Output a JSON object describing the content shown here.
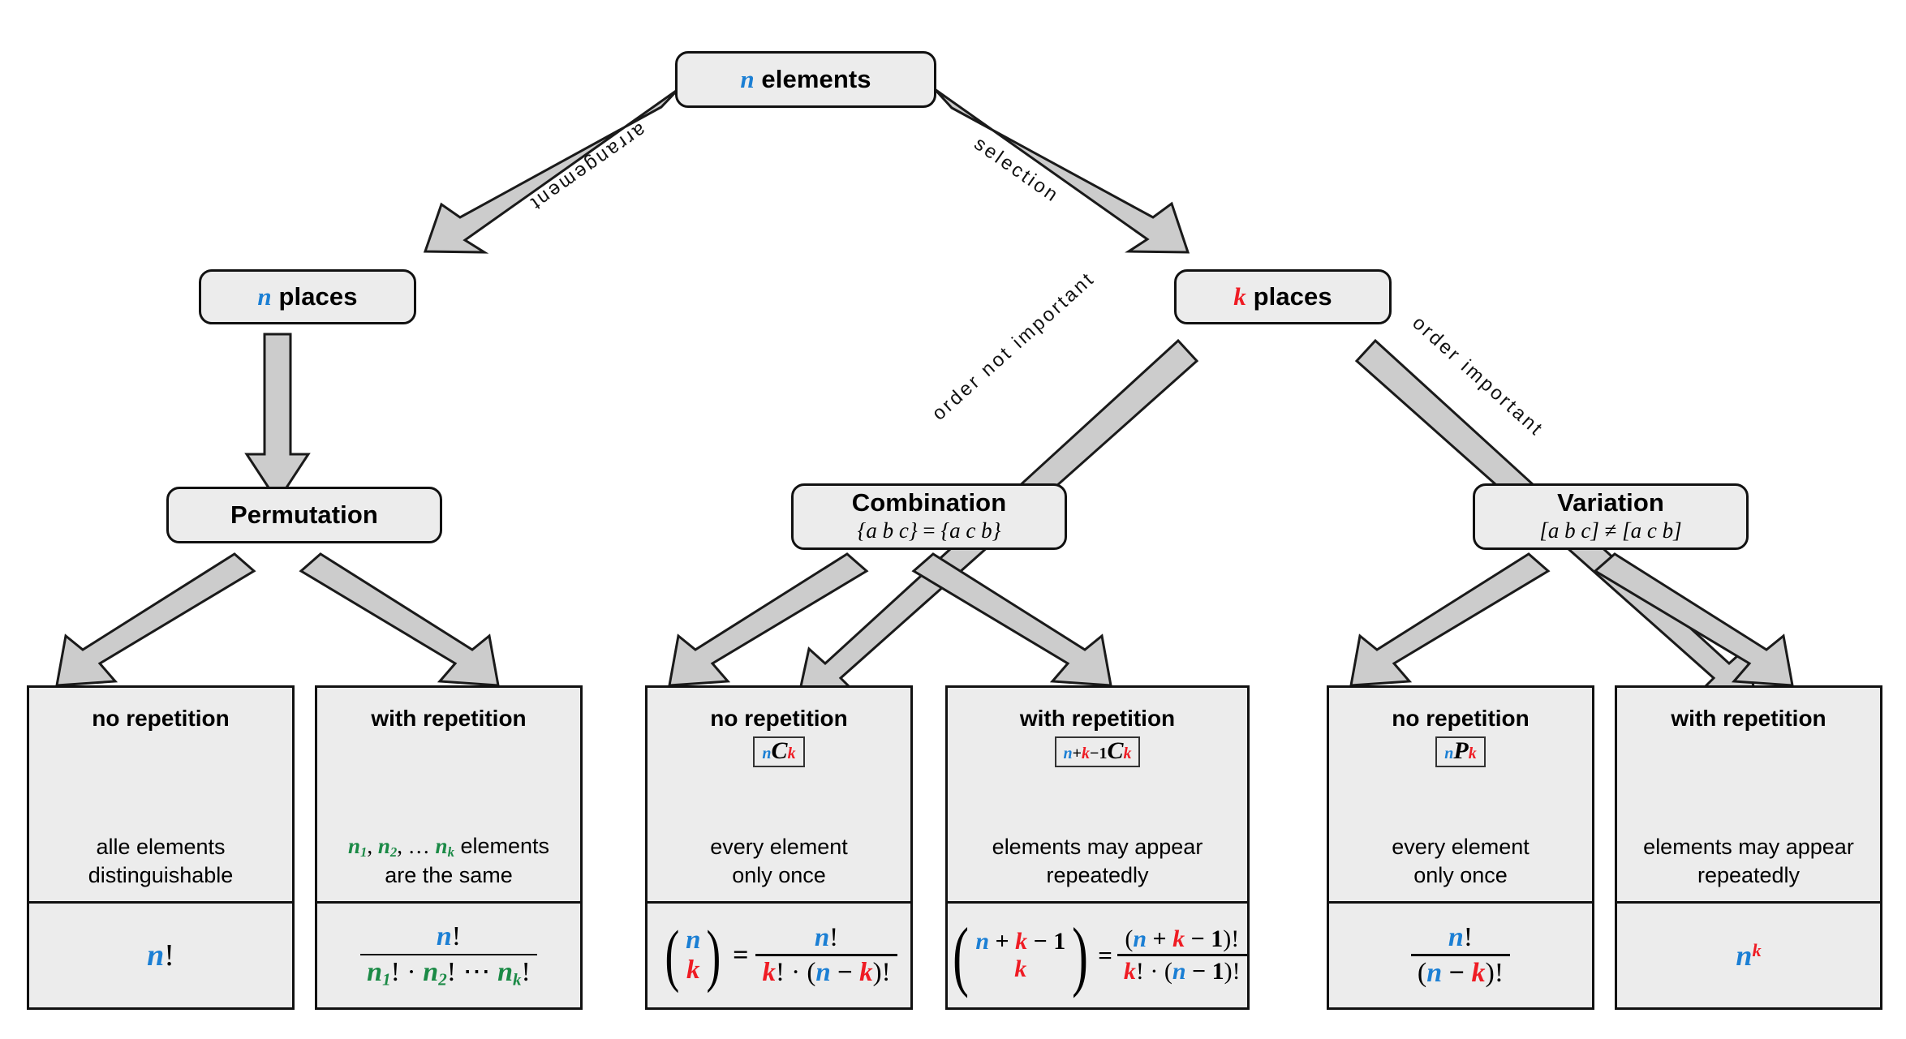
{
  "diagram": {
    "title": "Combinatorics overview",
    "colors": {
      "n_blue": "#1b7fd4",
      "k_red": "#ef1c24",
      "group_green": "#1b8a46",
      "node_fill": "#ececec",
      "node_stroke": "#111111",
      "arrow_fill": "#cccccc"
    }
  },
  "root": {
    "var": "n",
    "label": "elements"
  },
  "edges": {
    "arrangement": "arrangement",
    "selection": "selection",
    "order_not_important": "order not important",
    "order_important": "order important"
  },
  "level2": {
    "left": {
      "var": "n",
      "label": "places"
    },
    "right": {
      "var": "k",
      "label": "places"
    }
  },
  "level3": {
    "permutation": {
      "title": "Permutation",
      "subtitle": ""
    },
    "combination": {
      "title": "Combination",
      "subtitle": "{a b c} = {a c b}",
      "left": "{a b c}",
      "op": "=",
      "right": "{a c b}"
    },
    "variation": {
      "title": "Variation",
      "subtitle": "[a b c] ≠ [a c b]",
      "left": "[a b c]",
      "op": "≠",
      "right": "[a c b]"
    }
  },
  "leaves": [
    {
      "group": "permutation",
      "header": "no repetition",
      "notation": "",
      "description": "alle elements\ndistinguishable",
      "description_line1": "alle elements",
      "description_line2": "distinguishable",
      "formula": "n!"
    },
    {
      "group": "permutation",
      "header": "with repetition",
      "notation": "",
      "description_line1": "n₁, n₂, … nₖ elements",
      "description_line2": "are the same",
      "formula": "n! / (n₁! · n₂! ⋯ nₖ!)"
    },
    {
      "group": "combination",
      "header": "no repetition",
      "notation": "ₙCₖ",
      "description_line1": "every element",
      "description_line2": "only once",
      "formula": "(n choose k) = n! / (k! · (n − k)!)"
    },
    {
      "group": "combination",
      "header": "with repetition",
      "notation": "ₙ₊ₖ₋₁Cₖ",
      "description_line1": "elements may appear",
      "description_line2": "repeatedly",
      "formula": "(n + k − 1 choose k) = (n + k − 1)! / (k! · (n − 1)!)"
    },
    {
      "group": "variation",
      "header": "no repetition",
      "notation": "ₙPₖ",
      "description_line1": "every element",
      "description_line2": "only once",
      "formula": "n! / (n − k)!"
    },
    {
      "group": "variation",
      "header": "with repetition",
      "notation": "",
      "description_line1": "elements may appear",
      "description_line2": "repeatedly",
      "formula": "nᵏ"
    }
  ],
  "symbols": {
    "factorial": "!",
    "dot": "·",
    "ellipsis": "⋯",
    "minus": "−",
    "plus": "+",
    "equals": "=",
    "one": "1",
    "two": "2",
    "C": "C",
    "P": "P"
  }
}
